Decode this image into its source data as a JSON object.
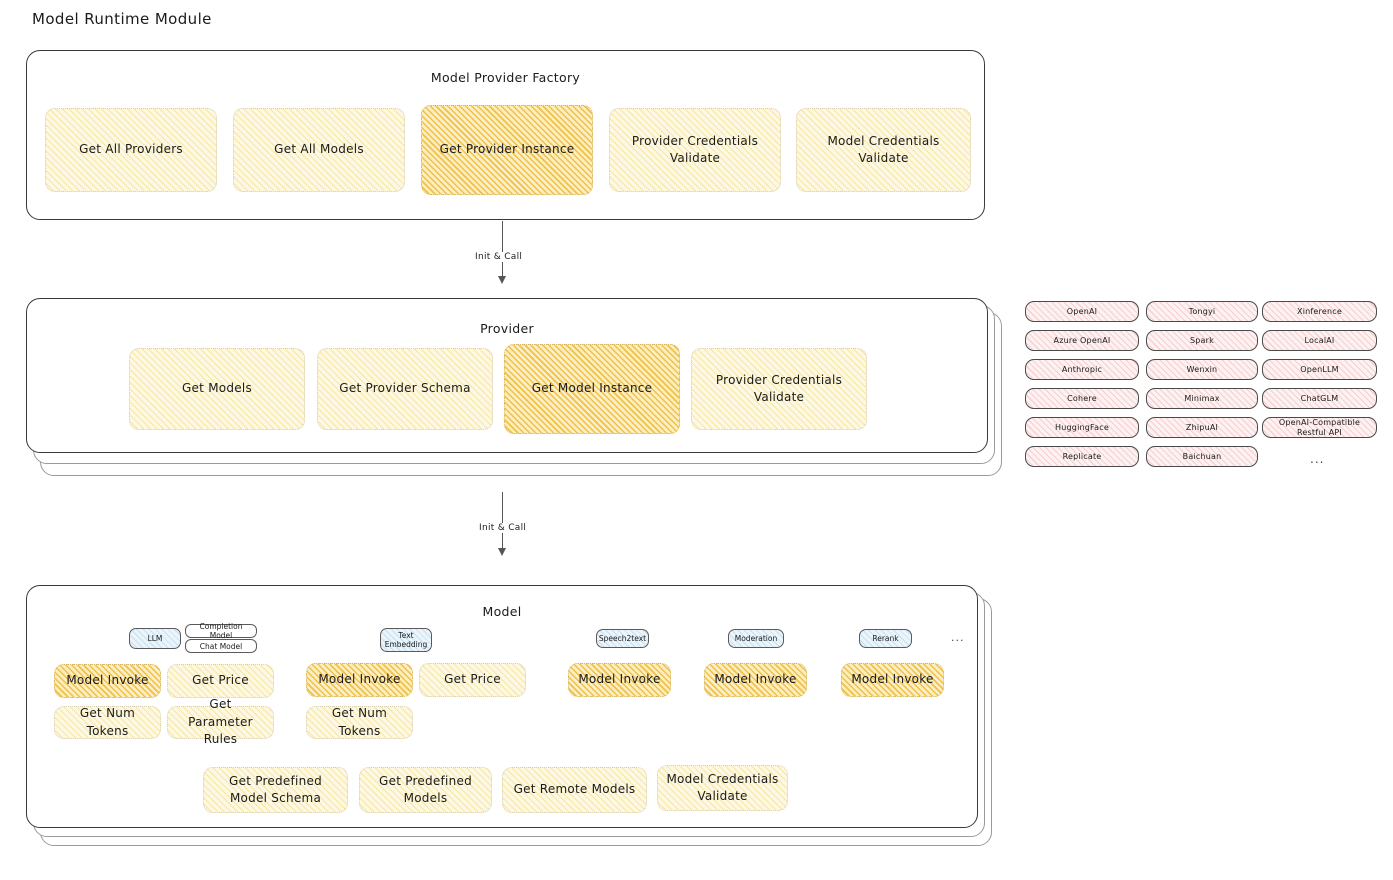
{
  "page": {
    "title": "Model Runtime Module"
  },
  "factory": {
    "title": "Model Provider Factory",
    "boxes": [
      {
        "label": "Get All Providers",
        "highlight": false
      },
      {
        "label": "Get All Models",
        "highlight": false
      },
      {
        "label": "Get Provider Instance",
        "highlight": true
      },
      {
        "label": "Provider Credentials Validate",
        "highlight": false
      },
      {
        "label": "Model Credentials Validate",
        "highlight": false
      }
    ]
  },
  "arrow1": {
    "label": "Init & Call"
  },
  "provider": {
    "title": "Provider",
    "boxes": [
      {
        "label": "Get Models",
        "highlight": false
      },
      {
        "label": "Get Provider Schema",
        "highlight": false
      },
      {
        "label": "Get Model Instance",
        "highlight": true
      },
      {
        "label": "Provider Credentials Validate",
        "highlight": false
      }
    ]
  },
  "arrow2": {
    "label": "Init & Call"
  },
  "provider_list": {
    "columns": [
      [
        "OpenAI",
        "Azure OpenAI",
        "Anthropic",
        "Cohere",
        "HuggingFace",
        "Replicate"
      ],
      [
        "Tongyi",
        "Spark",
        "Wenxin",
        "Minimax",
        "ZhipuAI",
        "Baichuan"
      ],
      [
        "Xinference",
        "LocalAI",
        "OpenLLM",
        "ChatGLM",
        "OpenAI-Compatible Restful API"
      ]
    ],
    "more": "..."
  },
  "model": {
    "title": "Model",
    "more": "...",
    "types": [
      {
        "name": "LLM",
        "subtypes": [
          "Completion Model",
          "Chat Model"
        ]
      },
      {
        "name": "Text Embedding",
        "subtypes": []
      },
      {
        "name": "Speech2text",
        "subtypes": []
      },
      {
        "name": "Moderation",
        "subtypes": []
      },
      {
        "name": "Rerank",
        "subtypes": []
      }
    ],
    "llm_ops": [
      {
        "label": "Model Invoke",
        "highlight": true
      },
      {
        "label": "Get Price",
        "highlight": false
      },
      {
        "label": "Get Num Tokens",
        "highlight": false
      },
      {
        "label": "Get Parameter Rules",
        "highlight": false
      }
    ],
    "embedding_ops": [
      {
        "label": "Model Invoke",
        "highlight": true
      },
      {
        "label": "Get Price",
        "highlight": false
      },
      {
        "label": "Get Num Tokens",
        "highlight": false
      }
    ],
    "speech_ops": [
      {
        "label": "Model Invoke",
        "highlight": true
      }
    ],
    "moderation_ops": [
      {
        "label": "Model Invoke",
        "highlight": true
      }
    ],
    "rerank_ops": [
      {
        "label": "Model Invoke",
        "highlight": true
      }
    ],
    "common_ops": [
      {
        "label": "Get Predefined Model Schema",
        "highlight": false
      },
      {
        "label": "Get Predefined Models",
        "highlight": false
      },
      {
        "label": "Get Remote Models",
        "highlight": false
      },
      {
        "label": "Model Credentials Validate",
        "highlight": false
      }
    ]
  },
  "colors": {
    "highlight_fill": "#f0b931",
    "light_fill": "#fdf8e3",
    "pink_fill": "#fdf1f1",
    "blue_fill": "#eaf4fb"
  }
}
